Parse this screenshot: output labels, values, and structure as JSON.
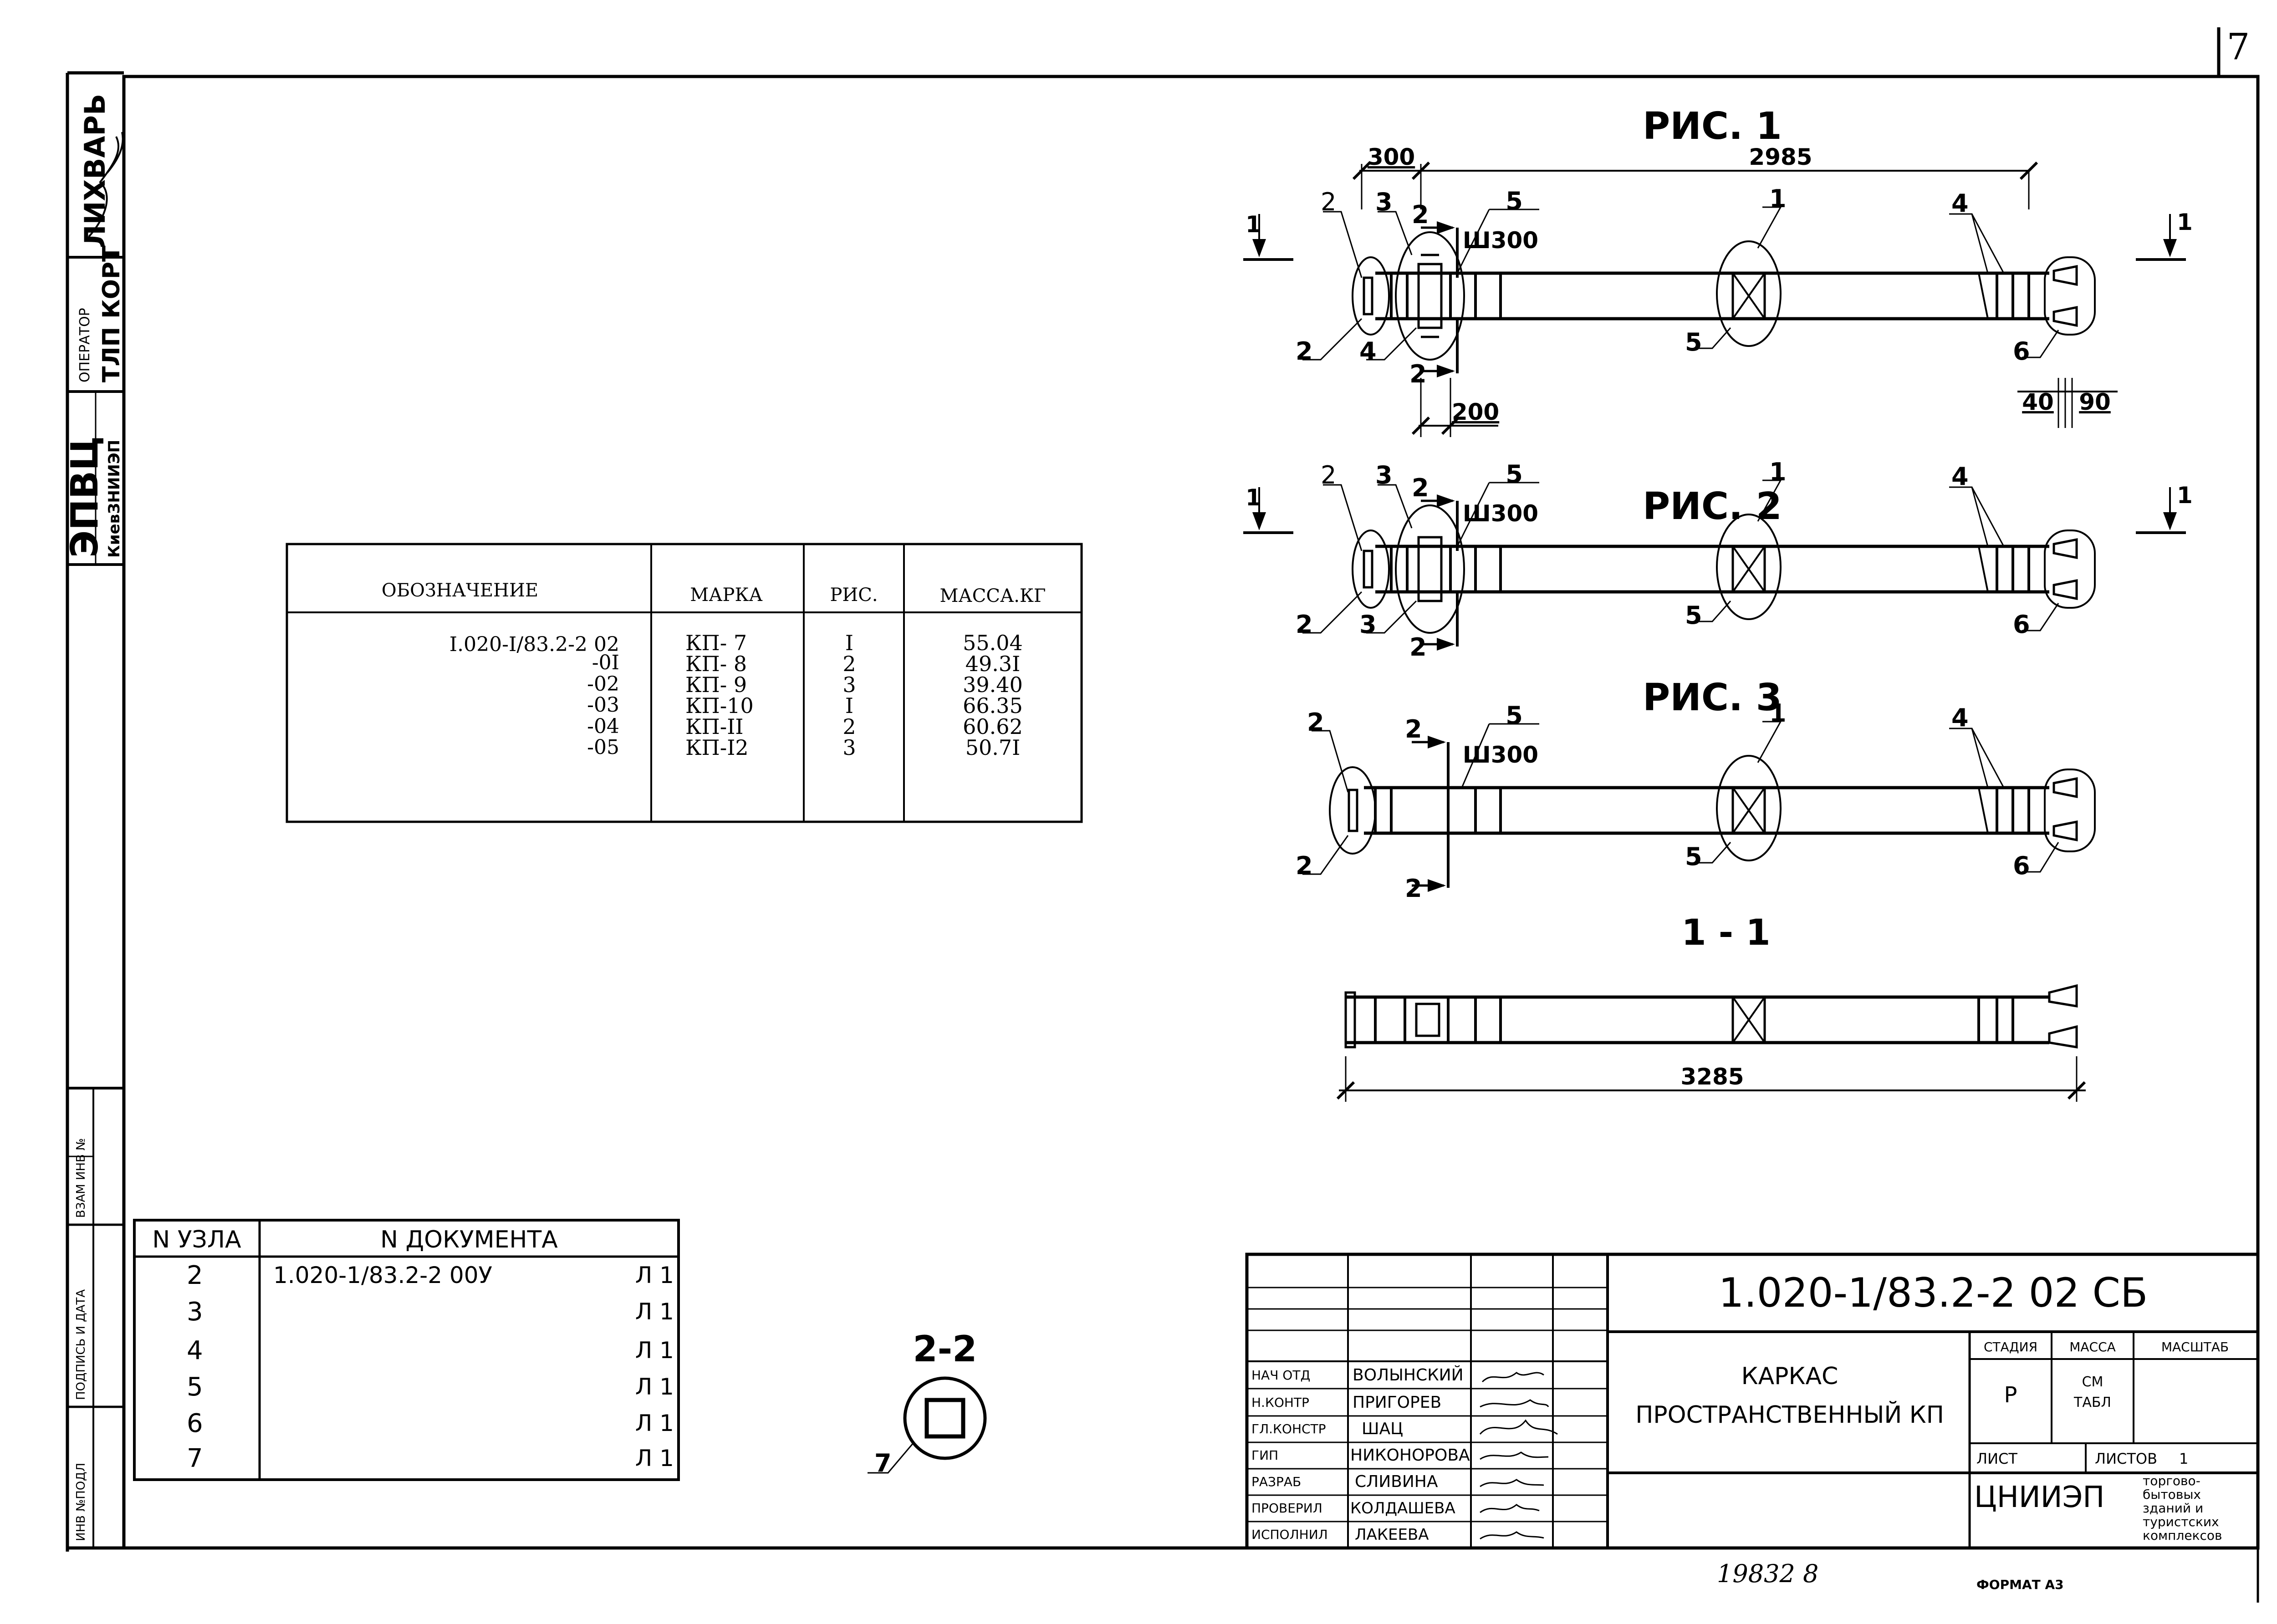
{
  "page_number": "7",
  "left_stamp": {
    "name": "ЛИХВАРЬ",
    "operator_label": "ОПЕРАТОР",
    "operator_value": "ТЛП КОРТ",
    "org": "ЭПВЦ",
    "org_sub": "КиевЗНИИЭП"
  },
  "side_labels": {
    "vzam_inv": "ВЗАМ ИНВ №",
    "podpis_data": "ПОДПИСЬ И ДАТА",
    "inv_podl": "ИНВ №ПОДЛ"
  },
  "figures": {
    "fig1": "РИС. 1",
    "fig2": "РИС. 2",
    "fig3": "РИС. 3",
    "section11": "1 - 1",
    "section22": "2-2"
  },
  "dimensions": {
    "d300": "300",
    "d2985": "2985",
    "w300": "Ш300",
    "d200": "200",
    "d40": "40",
    "d90": "90",
    "d3285": "3285"
  },
  "callouts": [
    "1",
    "2",
    "3",
    "4",
    "5",
    "6",
    "7"
  ],
  "marks_table": {
    "headers": [
      "ОБОЗНАЧЕНИЕ",
      "МАРКА",
      "РИС.",
      "МАССА.КГ"
    ],
    "rows": [
      {
        "oboz": "I.020-I/83.2-2 02",
        "marka": "КП- 7",
        "ris": "I",
        "massa": "55.04"
      },
      {
        "oboz": "-0I",
        "marka": "КП- 8",
        "ris": "2",
        "massa": "49.3I"
      },
      {
        "oboz": "-02",
        "marka": "КП- 9",
        "ris": "3",
        "massa": "39.40"
      },
      {
        "oboz": "-03",
        "marka": "КП-10",
        "ris": "I",
        "massa": "66.35"
      },
      {
        "oboz": "-04",
        "marka": "КП-II",
        "ris": "2",
        "massa": "60.62"
      },
      {
        "oboz": "-05",
        "marka": "КП-I2",
        "ris": "3",
        "massa": "50.7I"
      }
    ]
  },
  "nodes_table": {
    "headers": [
      "N УЗЛА",
      "N ДОКУМЕНТА"
    ],
    "rows": [
      {
        "node": "2",
        "doc": "1.020-1/83.2-2 00У",
        "sheet": "Л 1"
      },
      {
        "node": "3",
        "doc": "",
        "sheet": "Л 1"
      },
      {
        "node": "4",
        "doc": "",
        "sheet": "Л 1"
      },
      {
        "node": "5",
        "doc": "",
        "sheet": "Л 1"
      },
      {
        "node": "6",
        "doc": "",
        "sheet": "Л 1"
      },
      {
        "node": "7",
        "doc": "",
        "sheet": "Л 1"
      }
    ]
  },
  "title_block": {
    "code": "1.020-1/83.2-2 02 СБ",
    "name_line1": "КАРКАС",
    "name_line2": "ПРОСТРАНСТВЕННЫЙ КП",
    "stage_label": "СТАДИЯ",
    "mass_label": "МАССА",
    "scale_label": "МАСШТАБ",
    "stage_value": "Р",
    "mass_value_1": "СМ",
    "mass_value_2": "ТАБЛ",
    "sheet_label": "ЛИСТ",
    "sheets_label": "ЛИСТОВ",
    "sheets_value": "1",
    "org": "ЦНИИЭП",
    "org_desc": [
      "торгово-",
      "бытовых",
      "зданий и",
      "туристских",
      "комплексов"
    ],
    "roles": [
      {
        "role": "НАЧ ОТД",
        "name": "ВОЛЫНСКИЙ"
      },
      {
        "role": "Н.КОНТР",
        "name": "ПРИГОРЕВ"
      },
      {
        "role": "ГЛ.КОНСТР",
        "name": "ШАЦ"
      },
      {
        "role": "ГИП",
        "name": "НИКОНОРОВА"
      },
      {
        "role": "РАЗРАБ",
        "name": "СЛИВИНА"
      },
      {
        "role": "ПРОВЕРИЛ",
        "name": "КОЛДАШЕВА"
      },
      {
        "role": "ИСПОЛНИЛ",
        "name": "ЛАКЕЕВА"
      }
    ]
  },
  "footer": {
    "archive_number": "19832 8",
    "format": "ФОРМАТ А3"
  }
}
